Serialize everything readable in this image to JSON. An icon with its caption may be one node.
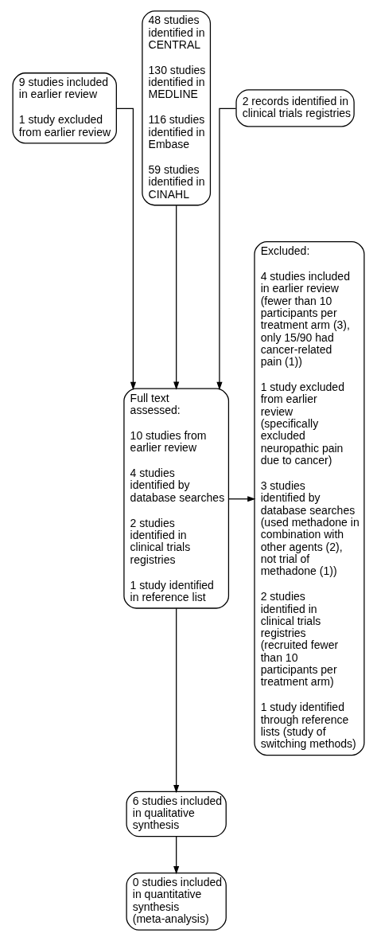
{
  "diagram": {
    "nodes": [
      {
        "text": [
          "9 studies included in earlier review",
          "1 study excluded from earlier review"
        ]
      },
      {
        "text": [
          "48 studies identified in CENTRAL",
          "130 studies identified in MEDLINE",
          "116 studies identified in Embase",
          "59 studies identified in CINAHL"
        ]
      },
      {
        "text": [
          "2 records identified in clinical trials registries"
        ]
      },
      {
        "text": [
          "Excluded:",
          "4 studies included in earlier review (fewer than 10 participants per treatment arm (3), only 15/90 had cancer-related pain (1))",
          "1 study excluded from earlier review (specifically excluded neuropathic pain due to cancer)",
          "3 studies identified by database searches (used methadone in combination with other agents (2), not trial of methadone (1))",
          "2 studies identified in clinical trials registries (recruited fewer than 10 participants per treatment arm)",
          "1 study identified through reference lists (study of switching methods)"
        ]
      },
      {
        "text": [
          "Full text assessed:",
          "10 studies from earlier review",
          "4 studies identified by database searches",
          "2 studies identified in clinical trials registries",
          "1 study identified in reference list"
        ]
      },
      {
        "text": [
          "6 studies included in qualitative synthesis"
        ]
      },
      {
        "text": [
          "0 studies included in quantitative synthesis (meta-analysis)"
        ]
      }
    ],
    "edges": [
      {
        "from": 0,
        "to": 4,
        "arrow": "to"
      },
      {
        "from": 1,
        "to": 4,
        "arrow": "to"
      },
      {
        "from": 2,
        "to": 4,
        "arrow": "to"
      },
      {
        "from": 4,
        "to": 3,
        "arrow": "to"
      },
      {
        "from": 4,
        "to": 5,
        "arrow": "to"
      },
      {
        "from": 5,
        "to": 6,
        "arrow": "to"
      }
    ]
  }
}
